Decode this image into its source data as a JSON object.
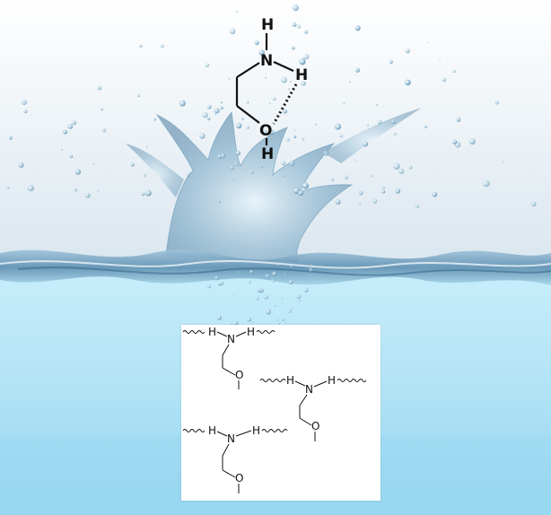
{
  "top_molecule": {
    "atoms": {
      "n_label": "N",
      "o_label": "O",
      "h_label": "H"
    },
    "hbond": "intramolecular N-H···O"
  },
  "inset_panel": {
    "atoms": {
      "n_label": "N",
      "o_label": "O",
      "h_label": "H"
    }
  },
  "colors": {
    "sky_top": "#ffffff",
    "sky_bottom": "#dbe7ef",
    "water_top": "#bfe9f8",
    "water_bottom": "#8fd4ef",
    "splash": "#6a9cbc",
    "bond": "#111111"
  }
}
